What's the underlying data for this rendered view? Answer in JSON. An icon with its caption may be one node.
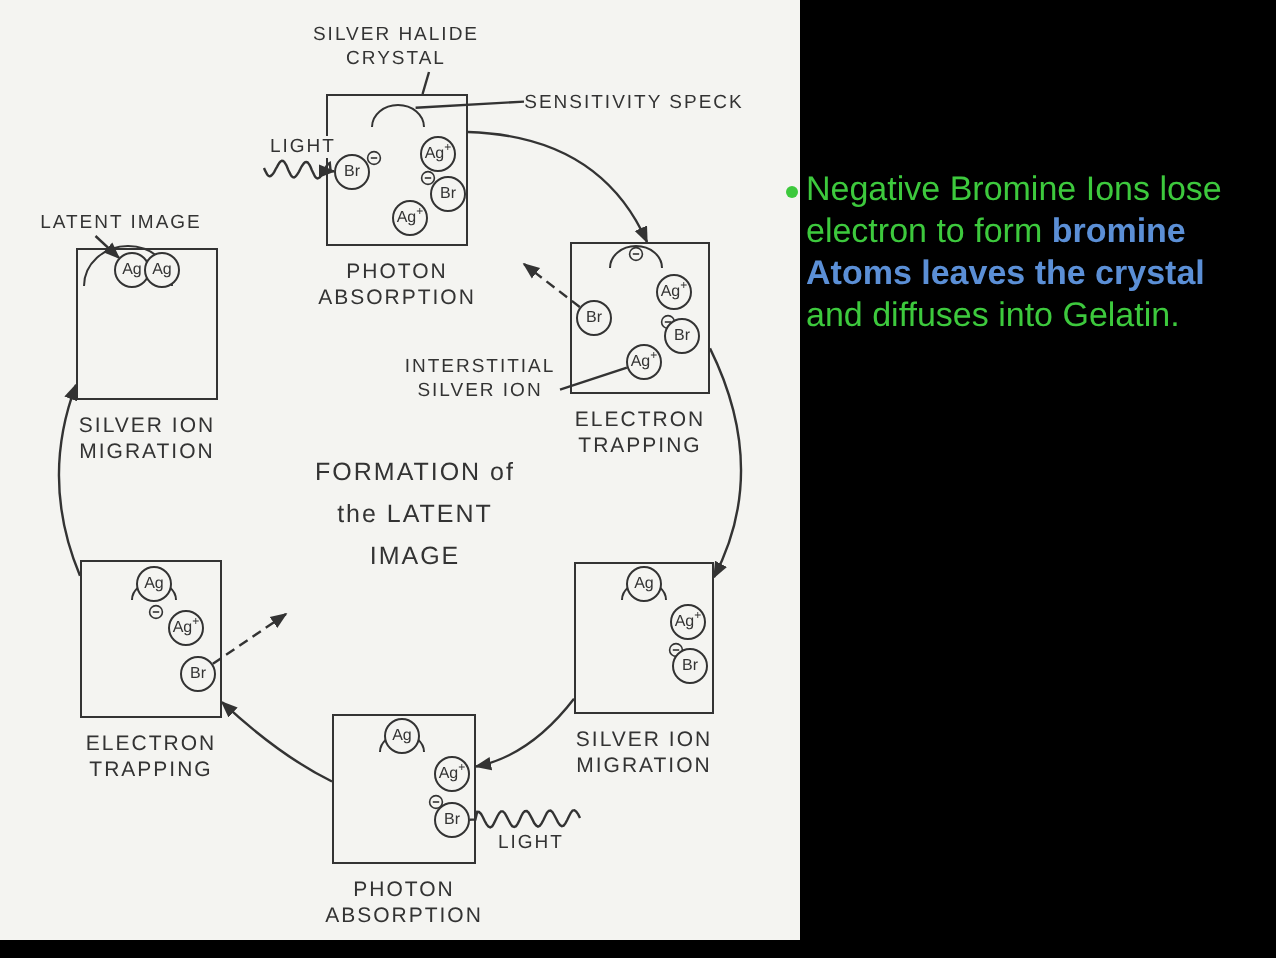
{
  "diagram": {
    "title": "FORMATION of the LATENT IMAGE",
    "nodes": [
      {
        "text": [
          "PHOTON ABSORPTION"
        ]
      },
      {
        "text": [
          "Br"
        ],
        "in": 0
      },
      {
        "text": [
          "Ag$^{+}$"
        ],
        "in": 0
      },
      {
        "text": [
          "Br"
        ],
        "in": 0
      },
      {
        "text": [
          "Ag$^{+}$"
        ],
        "in": 0
      },
      {
        "text": [
          "SILVER HALIDE CRYSTAL"
        ]
      },
      {
        "text": [
          "SENSITIVITY SPECK"
        ]
      },
      {
        "text": [
          "LATENT IMAGE"
        ]
      },
      {
        "text": [
          "SILVER ION MIGRATION"
        ]
      },
      {
        "text": [
          "Ag"
        ],
        "in": 8
      },
      {
        "text": [
          "Ag"
        ],
        "in": 8
      },
      {
        "text": [
          "ELECTRON TRAPPING"
        ]
      },
      {
        "text": [
          "Br"
        ],
        "in": 11
      },
      {
        "text": [
          "Ag$^{+}$"
        ],
        "in": 11
      },
      {
        "text": [
          "Br"
        ],
        "in": 11
      },
      {
        "text": [
          "Ag$^{+}$"
        ],
        "in": 11
      },
      {
        "text": [
          "INTERSTITIAL SILVER ION"
        ]
      },
      {
        "text": [
          "SILVER ION MIGRATION"
        ]
      },
      {
        "text": [
          "Ag"
        ],
        "in": 17
      },
      {
        "text": [
          "Ag$^{+}$"
        ],
        "in": 17
      },
      {
        "text": [
          "Br"
        ],
        "in": 17
      },
      {
        "text": [
          "PHOTON ABSORPTION"
        ]
      },
      {
        "text": [
          "Ag"
        ],
        "in": 21
      },
      {
        "text": [
          "Ag$^{+}$"
        ],
        "in": 21
      },
      {
        "text": [
          "Br"
        ],
        "in": 21
      },
      {
        "text": [
          "ELECTRON TRAPPING"
        ]
      },
      {
        "text": [
          "Ag"
        ],
        "in": 25
      },
      {
        "text": [
          "Ag$^{+}$"
        ],
        "in": 25
      },
      {
        "text": [
          "Br"
        ],
        "in": 25
      },
      {
        "text": [],
        "shape": "arc",
        "in": 0
      }
    ],
    "edges": [
      {
        "from": 0,
        "to": 11,
        "arrow": "to"
      },
      {
        "from": 11,
        "to": 17,
        "arrow": "to"
      },
      {
        "from": 17,
        "to": 21,
        "arrow": "to"
      },
      {
        "from": 21,
        "to": 25,
        "arrow": "to"
      },
      {
        "from": 25,
        "to": 8,
        "arrow": "to"
      },
      {
        "from": null,
        "to": 1,
        "arrow": "to",
        "label": "LIGHT"
      },
      {
        "from": 12,
        "to": null,
        "arrow": "to",
        "style": "dashed"
      },
      {
        "from": null,
        "to": 24,
        "arrow": "none",
        "label": "LIGHT"
      },
      {
        "from": 28,
        "to": null,
        "arrow": "to",
        "style": "dashed"
      },
      {
        "from": 5,
        "to": 0,
        "arrow": "none"
      },
      {
        "from": 6,
        "to": 29,
        "arrow": "none"
      },
      {
        "from": 7,
        "to": 9,
        "arrow": "to"
      },
      {
        "from": 16,
        "to": 15,
        "arrow": "none"
      }
    ],
    "labels": [
      "Negative Bromine Ions lose electron to form **bromine Atoms leaves the crystal** and diffuses into Gelatin."
    ]
  }
}
